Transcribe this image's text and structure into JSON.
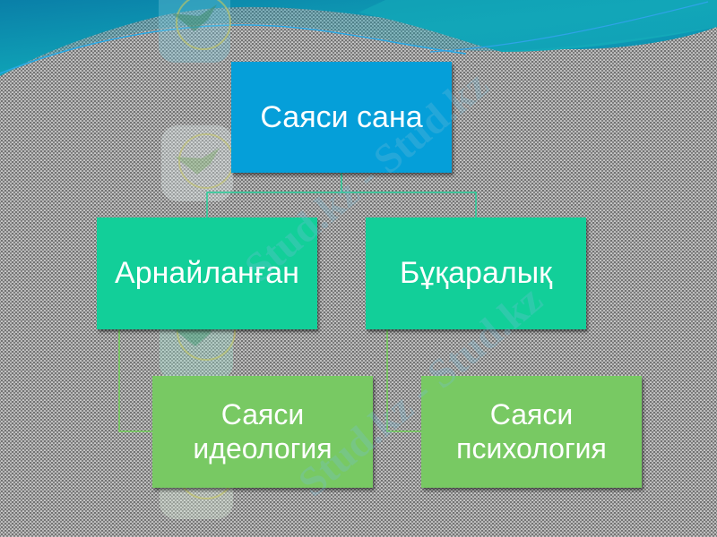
{
  "slide": {
    "colors": {
      "header_dark": "#0a7fa8",
      "header_light": "#11b4bc",
      "root_fill": "#059fd9",
      "level1_fill": "#12cf99",
      "level2_fill": "#78c963",
      "connector_top": "#24cf99",
      "connector_bottom": "#6fcf55"
    },
    "watermark_text": "Stud.kz - Stud.kz"
  },
  "diagram": {
    "root": {
      "label": "Саяси сана"
    },
    "children": [
      {
        "label": "Арнайланған",
        "child": {
          "line1": "Саяси",
          "line2": "идеология"
        }
      },
      {
        "label": "Бұқаралық",
        "child": {
          "line1": "Саяси",
          "line2": "психология"
        }
      }
    ]
  }
}
